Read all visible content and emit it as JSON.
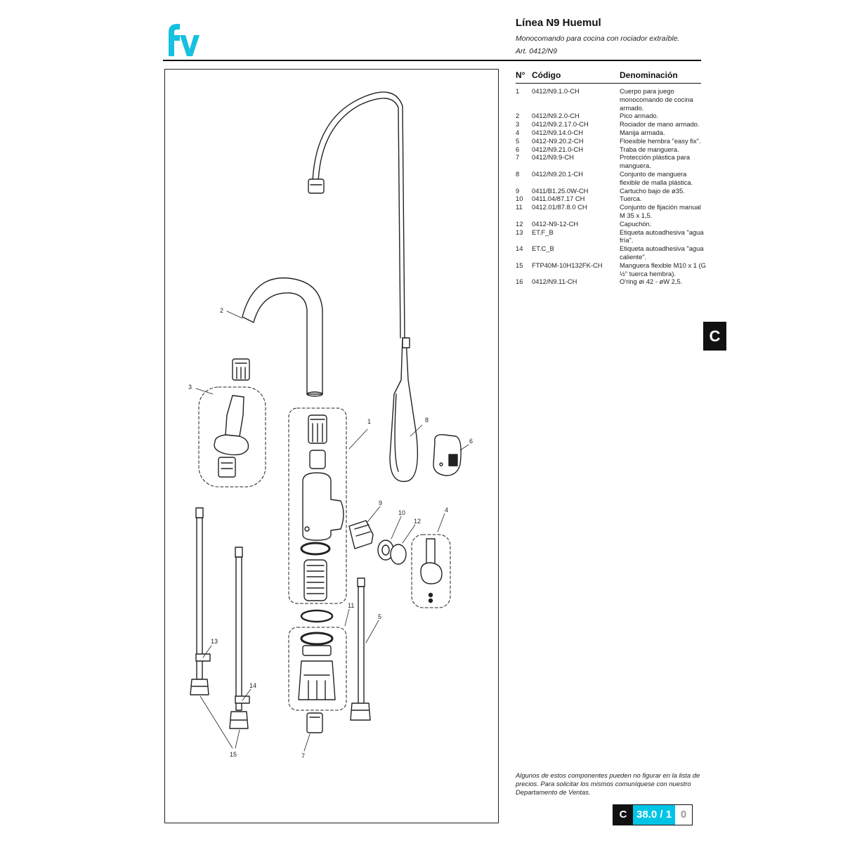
{
  "brand": {
    "logo_text": "fv",
    "color": "#16c0e0"
  },
  "header": {
    "title": "Línea N9 Huemul",
    "subtitle": "Monocomando para cocina con rociador extraíble.",
    "article": "Art. 0412/N9"
  },
  "parts_table": {
    "columns": [
      "N°",
      "Código",
      "Denominación"
    ],
    "rows": [
      {
        "no": "1",
        "code": "0412/N9.1.0-CH",
        "name": "Cuerpo para juego monocomando de cocina armado."
      },
      {
        "no": "2",
        "code": "0412/N9.2.0-CH",
        "name": "Pico armado."
      },
      {
        "no": "3",
        "code": "0412/N9.2.17.0-CH",
        "name": "Rociador de mano armado."
      },
      {
        "no": "4",
        "code": "0412/N9.14.0-CH",
        "name": "Manija armada."
      },
      {
        "no": "5",
        "code": "0412-N9.20.2-CH",
        "name": "Floexible hembra \"easy fix\"."
      },
      {
        "no": "6",
        "code": "0412/N9.21.0-CH",
        "name": "Traba de manguera."
      },
      {
        "no": "7",
        "code": "0412/N9.9-CH",
        "name": "Protección plástica para manguera."
      },
      {
        "no": "8",
        "code": "0412/N9.20.1-CH",
        "name": "Conjunto de manguera flexible de malla plástica."
      },
      {
        "no": "9",
        "code": "0411/B1.25.0W-CH",
        "name": "Cartucho bajo de ø35."
      },
      {
        "no": "10",
        "code": "0411.04/87.17 CH",
        "name": "Tuerca."
      },
      {
        "no": "11",
        "code": "0412.01/87.8.0 CH",
        "name": "Conjunto de fijación manual M 35 x 1,5."
      },
      {
        "no": "12",
        "code": "0412-N9-12-CH",
        "name": "Capuchón."
      },
      {
        "no": "13",
        "code": "ET.F_B",
        "name": "Etiqueta autoadhesiva \"agua fría\"."
      },
      {
        "no": "14",
        "code": "ET.C_B",
        "name": "Etiqueta autoadhesiva \"agua caliente\"."
      },
      {
        "no": "15",
        "code": "FTP40M-10H132FK-CH",
        "name": "Manguera flexible M10 x 1 (G ½\" tuerca hembra)."
      },
      {
        "no": "16",
        "code": "0412/N9.11-CH",
        "name": "O'ring øi 42 - øW 2,5."
      }
    ]
  },
  "section_tab": "C",
  "note": "Algunos de estos componentes pueden no figurar en la lista de precios. Para solicitar los mismos comuníquese con nuestro Departamento de Ventas.",
  "page_number": {
    "section": "C",
    "page": "38.0 / 1",
    "revision": "0"
  },
  "drawing_labels": {
    "l1": "1",
    "l2": "2",
    "l3": "3",
    "l4": "4",
    "l5": "5",
    "l6": "6",
    "l7": "7",
    "l8": "8",
    "l9": "9",
    "l10": "10",
    "l11": "11",
    "l12": "12",
    "l13": "13",
    "l14": "14",
    "l15": "15"
  }
}
